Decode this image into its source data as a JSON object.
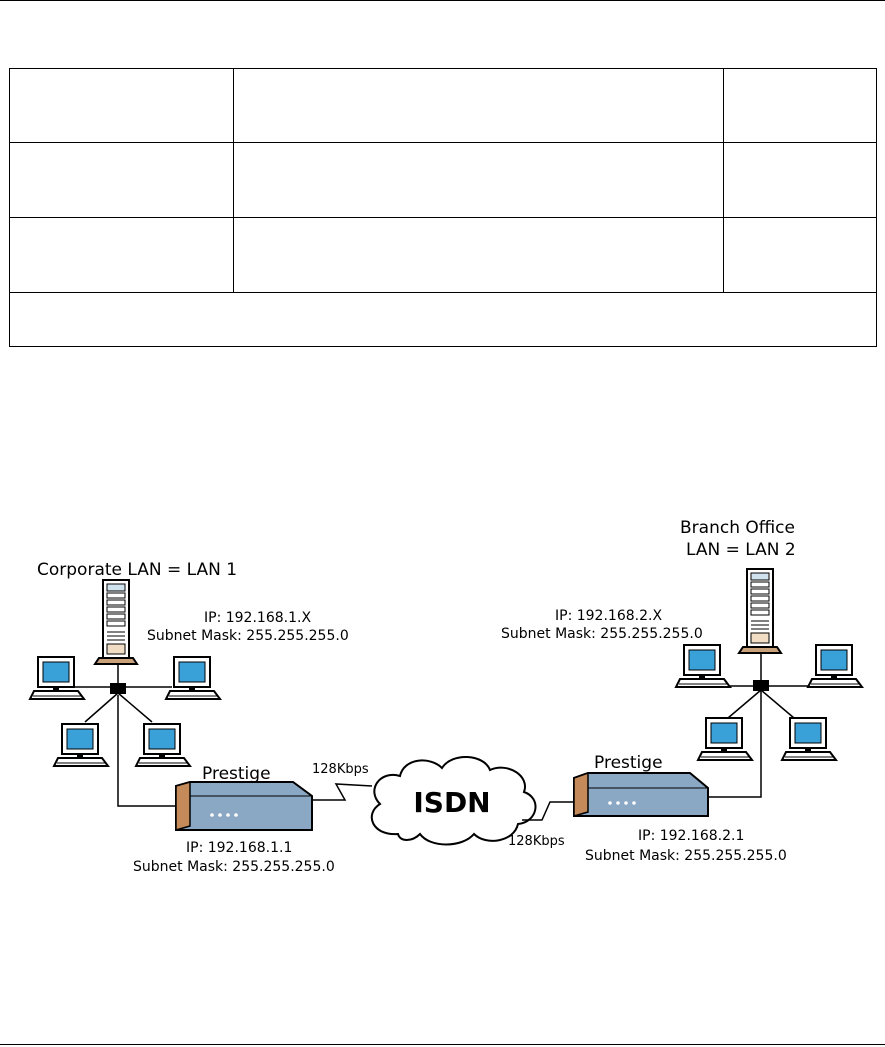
{
  "table": {
    "rows": [
      [
        "",
        "",
        ""
      ],
      [
        "",
        "",
        ""
      ],
      [
        "",
        "",
        ""
      ],
      [
        ""
      ]
    ]
  },
  "diagram": {
    "corporate_label": "Corporate LAN = LAN 1",
    "corporate_lan_ip": "IP: 192.168.1.X",
    "corporate_lan_mask": "Subnet Mask: 255.255.255.0",
    "branch_label_line1": "Branch Office",
    "branch_label_line2": "LAN = LAN 2",
    "branch_lan_ip": "IP: 192.168.2.X",
    "branch_lan_mask": "Subnet Mask: 255.255.255.0",
    "left_router_name": "Prestige",
    "left_router_ip": "IP: 192.168.1.1",
    "left_router_mask": "Subnet Mask: 255.255.255.0",
    "right_router_name": "Prestige",
    "right_router_ip": "IP: 192.168.2.1",
    "right_router_mask": "Subnet Mask: 255.255.255.0",
    "cloud_label": "ISDN",
    "left_link_speed": "128Kbps",
    "right_link_speed": "128Kbps"
  }
}
